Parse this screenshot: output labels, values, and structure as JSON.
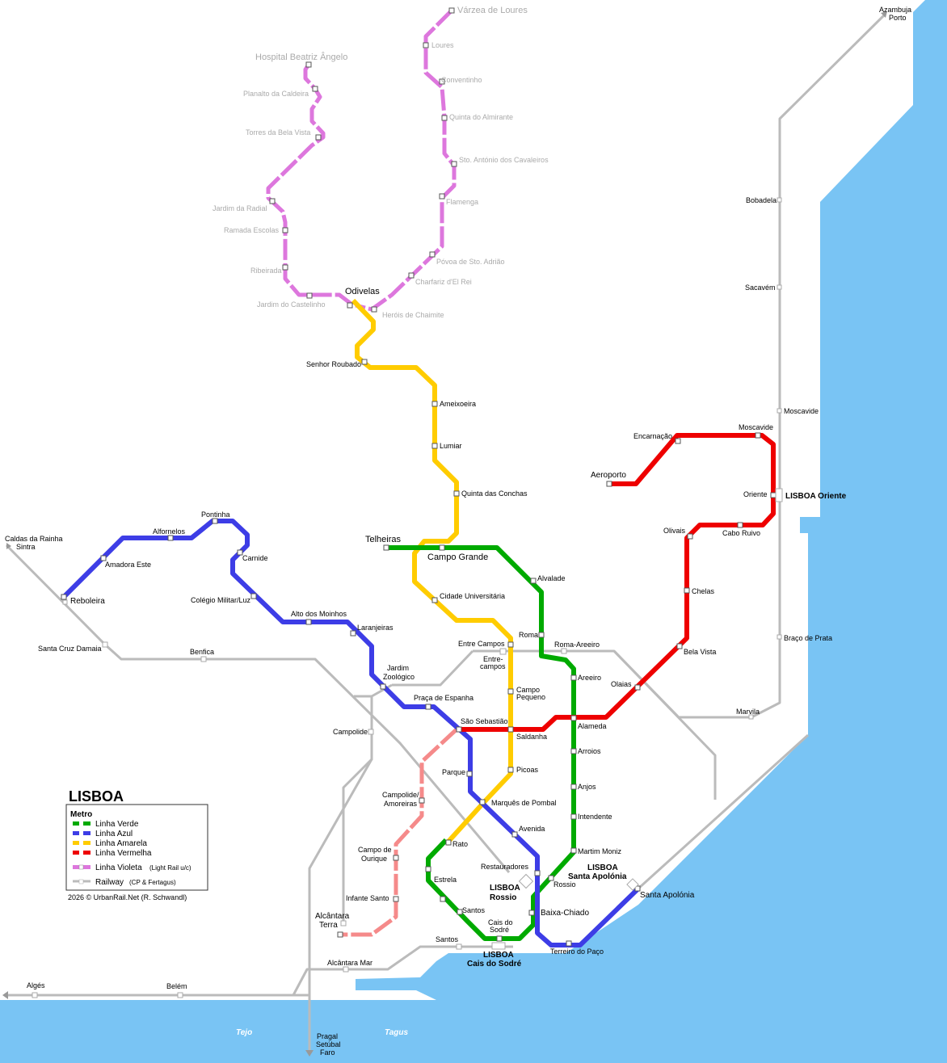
{
  "title": "LISBOA",
  "colors": {
    "water": "#79c4f4",
    "verde": "#00aa00",
    "azul": "#3d3de6",
    "amarela": "#ffcc00",
    "vermelha": "#ee0000",
    "violeta": "#dd77dd",
    "rosa": "#f58a8a",
    "railway": "#bbbbbb",
    "violet_text": "#aaaaaa"
  },
  "legend": {
    "heading": "Metro",
    "verde": "Linha Verde",
    "azul": "Linha Azul",
    "amarela": "Linha  Amarela",
    "vermelha": "Linha Vermelha",
    "violeta": "Linha Violeta",
    "violeta_note": "(Light Rail u/c)",
    "railway": "Railway",
    "railway_note": "(CP & Fertagus)",
    "credit": "2026 © UrbanRail.Net (R. Schwandl)"
  },
  "water_labels": {
    "tejo": "Tejo",
    "tagus": "Tagus"
  },
  "stations": {
    "varzea_loures": "Várzea de Loures",
    "loures": "Loures",
    "conventinho": "Conventinho",
    "quinta_almirante": "Quinta do Almirante",
    "sto_antonio": "Sto. António dos Cavaleiros",
    "flamenga": "Flamenga",
    "povoa": "Póvoa de Sto. Adrião",
    "charfariz": "Charfariz d'El Rei",
    "herois": "Heróis de Chaimite",
    "hospital": "Hospital Beatriz Ângelo",
    "planalto": "Planalto da Caldeira",
    "torres": "Torres da Bela Vista",
    "jardim_radial": "Jardim da Radial",
    "ramada": "Ramada Escolas",
    "ribeirada": "Ribeirada",
    "jardim_castelinho": "Jardim do Castelinho",
    "odivelas": "Odivelas",
    "senhor_roubado": "Senhor Roubado",
    "ameixoeira": "Ameixoeira",
    "lumiar": "Lumiar",
    "quinta_conchas": "Quinta das Conchas",
    "telheiras": "Telheiras",
    "campo_grande": "Campo Grande",
    "cidade_universitaria": "Cidade Universitária",
    "entre_campos": "Entre Campos",
    "entrecampos": "Entre-campos",
    "campo_pequeno": "Campo Pequeno",
    "saldanha": "Saldanha",
    "picoas": "Picoas",
    "marques": "Marquês de Pombal",
    "rato": "Rato",
    "alvalade": "Alvalade",
    "roma": "Roma",
    "roma_areeiro": "Roma-Areeiro",
    "areeiro": "Areeiro",
    "alameda": "Alameda",
    "arroios": "Arroios",
    "anjos": "Anjos",
    "intendente": "Intendente",
    "martim_moniz": "Martim Moniz",
    "rossio": "Rossio",
    "baixa_chiado": "Baixa-Chiado",
    "cais_sodre": "Cais do Sodré",
    "restauradores": "Restauradores",
    "avenida": "Avenida",
    "parque": "Parque",
    "sao_sebastiao": "São Sebastião",
    "praca_espanha": "Praça de Espanha",
    "jardim_zoologico": "Jardim Zoológico",
    "laranjeiras": "Laranjeiras",
    "alto_moinhos": "Alto dos Moinhos",
    "colegio_militar": "Colégio Militar/Luz",
    "carnide": "Carnide",
    "pontinha": "Pontinha",
    "alfornelos": "Alfornelos",
    "amadora_este": "Amadora Este",
    "reboleira": "Reboleira",
    "terreiro_paco": "Terreiro do Paço",
    "santa_apolonia": "Santa Apolónia",
    "aeroporto": "Aeroporto",
    "encarnacao": "Encarnação",
    "moscavide": "Moscavide",
    "oriente": "Oriente",
    "cabo_ruivo": "Cabo Ruivo",
    "olivais": "Olivais",
    "chelas": "Chelas",
    "bela_vista": "Bela Vista",
    "olaias": "Olaias",
    "estrela": "Estrela",
    "santos": "Santos",
    "campolide_amoreiras": "Campolide/ Amoreiras",
    "campo_ourique": "Campo de Ourique",
    "infante_santo": "Infante Santo",
    "azambuja_porto": "Azambuja Porto",
    "bobadela": "Bobadela",
    "sacavem": "Sacavém",
    "moscavide_cp": "Moscavide",
    "lisboa_oriente": "LISBOA Oriente",
    "braco_prata": "Braço de Prata",
    "marvila": "Marvila",
    "caldas_sintra": "Caldas da Rainha Sintra",
    "santa_cruz_damaia": "Santa Cruz Damaia",
    "benfica": "Benfica",
    "campolide": "Campolide",
    "alcantara_terra": "Alcântara Terra",
    "alcantara_mar": "Alcântara Mar",
    "santos_cp": "Santos",
    "belem": "Belém",
    "alges": "Algés",
    "pragal": "Pragal Setúbal Faro",
    "lisboa_rossio": "LISBOA Rossio",
    "lisboa_santa_apolonia": "LISBOA Santa Apolónia",
    "lisboa_cais_sodre": "LISBOA Cais do Sodré"
  }
}
